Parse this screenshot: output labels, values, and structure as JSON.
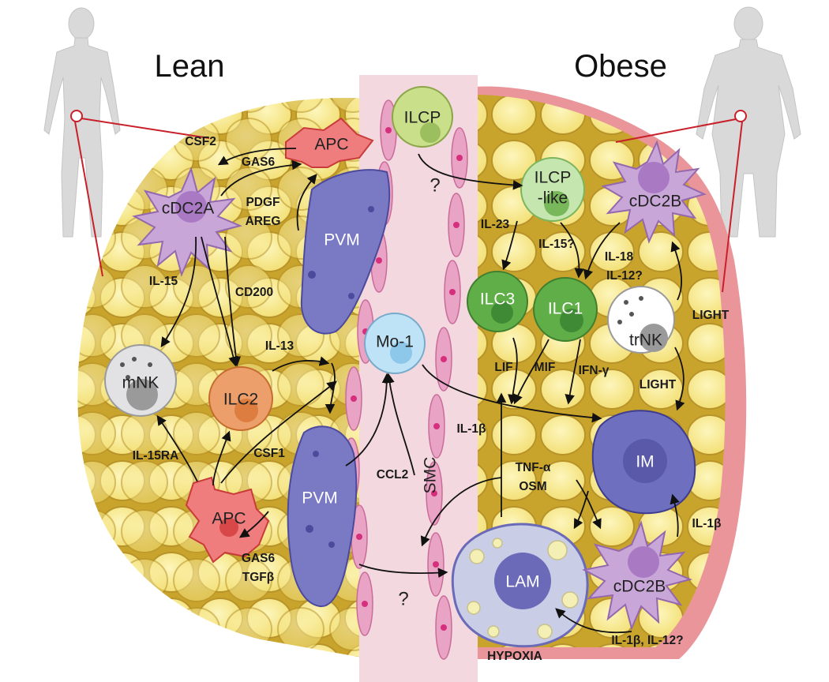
{
  "panels": {
    "left_title": "Lean",
    "right_title": "Obese"
  },
  "cells": {
    "ilcp": "ILCP",
    "ilcp_like": [
      "ILCP",
      "-like"
    ],
    "cdc2b_top": "cDC2B",
    "cdc2a": "cDC2A",
    "apc_top": "APC",
    "pvm_top": "PVM",
    "ilc3": "ILC3",
    "ilc1": "ILC1",
    "trnk": "trNK",
    "mo1": "Mo-1",
    "mnk": "mNK",
    "ilc2": "ILC2",
    "im": "IM",
    "pvm_bottom": "PVM",
    "apc_bottom": "APC",
    "lam": "LAM",
    "cdc2b_bottom": "cDC2B",
    "smc": "SMC"
  },
  "labels": {
    "csf2": "CSF2",
    "gas6_top": "GAS6",
    "pdgf": "PDGF",
    "areg": "AREG",
    "il15": "IL-15",
    "cd200": "CD200",
    "il13": "IL-13",
    "il15ra": "IL-15RA",
    "csf1": "CSF1",
    "ccl2": "CCL2",
    "gas6_bottom": "GAS6",
    "tgfb": "TGFβ",
    "il23": "IL-23",
    "il15q": "IL-15?",
    "il18": "IL-18",
    "il12q": "IL-12?",
    "light_top": "LIGHT",
    "light_mid": "LIGHT",
    "lif": "LIF",
    "mif": "MIF",
    "ifng": "IFN-γ",
    "il1b_left": "IL-1β",
    "tnfa": "TNF-α",
    "osm": "OSM",
    "il1b_right": "IL-1β",
    "il1b_il12": "IL-1β, IL-12?",
    "hypoxia": "HYPOXIA",
    "q_top": "?",
    "q_bottom": "?"
  },
  "colors": {
    "adipocyte": "#f8ea8a",
    "adipocyte_edge": "#c9a42c",
    "vessel": "#f3d8df",
    "smc": "#e9a3c4",
    "obese_bg": "#e9959a",
    "apc": "#ef7d7d",
    "cdc": "#c9a6d8",
    "pvm": "#7a79c4",
    "ilc2": "#ec9f6a",
    "ilc_green": "#5fae48",
    "ilcp": "#c9df89",
    "ilcp_like": "#c6e6b0",
    "mo1": "#bfe3f6",
    "mnk": "#e2e2e4",
    "lam": "#6a6ab8",
    "im": "#6f6fbf"
  }
}
